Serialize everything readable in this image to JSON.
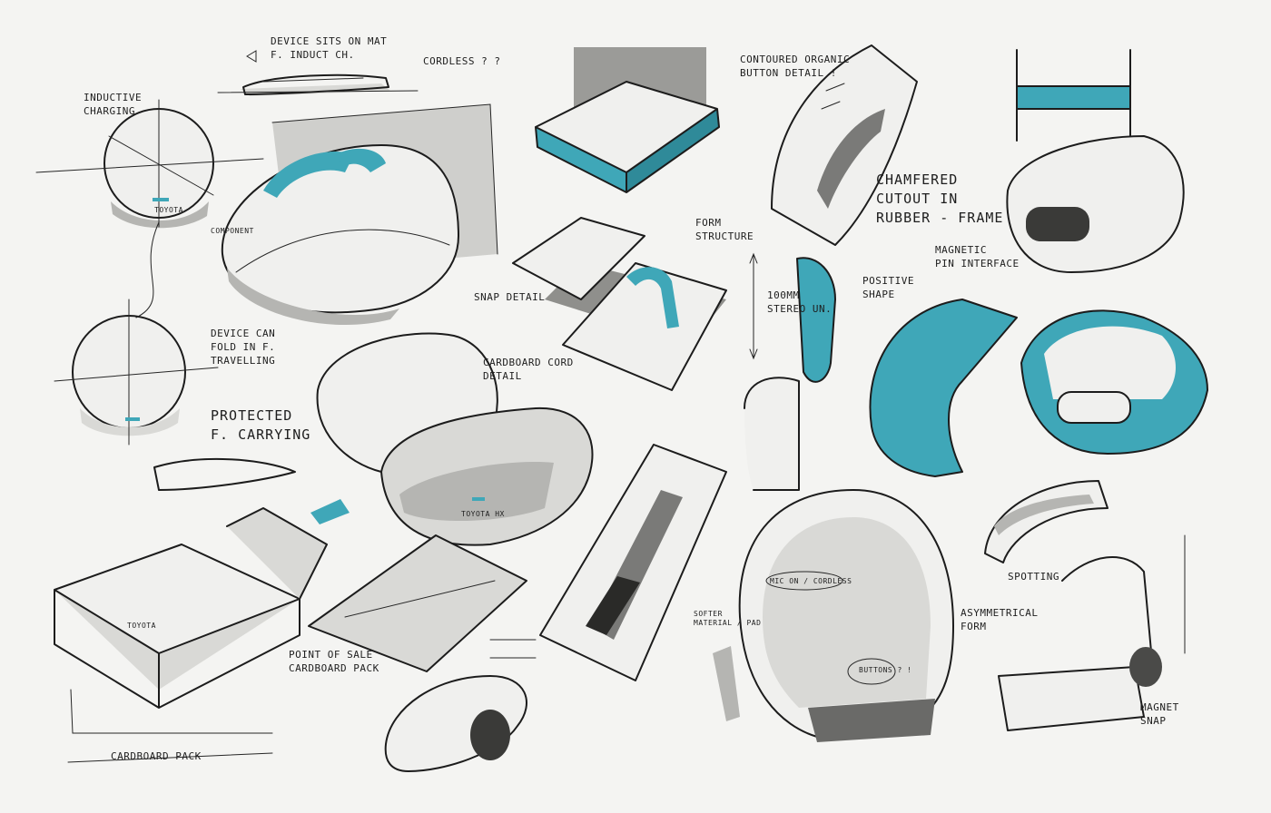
{
  "colors": {
    "paper": "#f4f4f2",
    "ink": "#1c1c1c",
    "teal": "#3fa7b8",
    "grey_light": "#d9d9d6",
    "grey_mid": "#b5b5b2",
    "grey_dark": "#4a4a48"
  },
  "notes": {
    "device_sits": "DEVICE SITS ON MAT\nF. INDUCT CH.",
    "cordless": "CORDLESS ? ?",
    "inductive_charging": "INDUCTIVE\nCHARGING",
    "contoured_button": "CONTOURED ORGANIC\nBUTTON DETAIL !",
    "chamfered": "CHAMFERED\nCUTOUT IN\nRUBBER - FRAME",
    "magnetic_pin": "MAGNETIC\nPIN INTERFACE",
    "form_structure": "FORM\nSTRUCTURE",
    "snap_detail": "SNAP DETAIL",
    "fold": "DEVICE CAN\nFOLD IN F.\nTRAVELLING",
    "protected": "PROTECTED\nF. CARRYING",
    "cardboard_cord": "CARDBOARD CORD\nDETAIL",
    "stereo": "100MM\nSTEREO UN.",
    "positive_shape": "POSITIVE\nSHAPE",
    "point_of_sale": "POINT OF SALE\nCARDBOARD PACK",
    "cardboard_pack": "CARDBOARD PACK",
    "mic_cordless": "MIC ON / CORDLESS",
    "soft_material": "SOFTER\nMATERIAL / PAD",
    "asymmetrical": "ASYMMETRICAL\nFORM",
    "buttons": "BUTTONS ? !",
    "spotting": "SPOTTING",
    "magnet_snap": "MAGNET\nSNAP",
    "toyota": "TOYOTA",
    "toyota_hx": "TOYOTA HX",
    "company_label": "COMPONENT"
  }
}
